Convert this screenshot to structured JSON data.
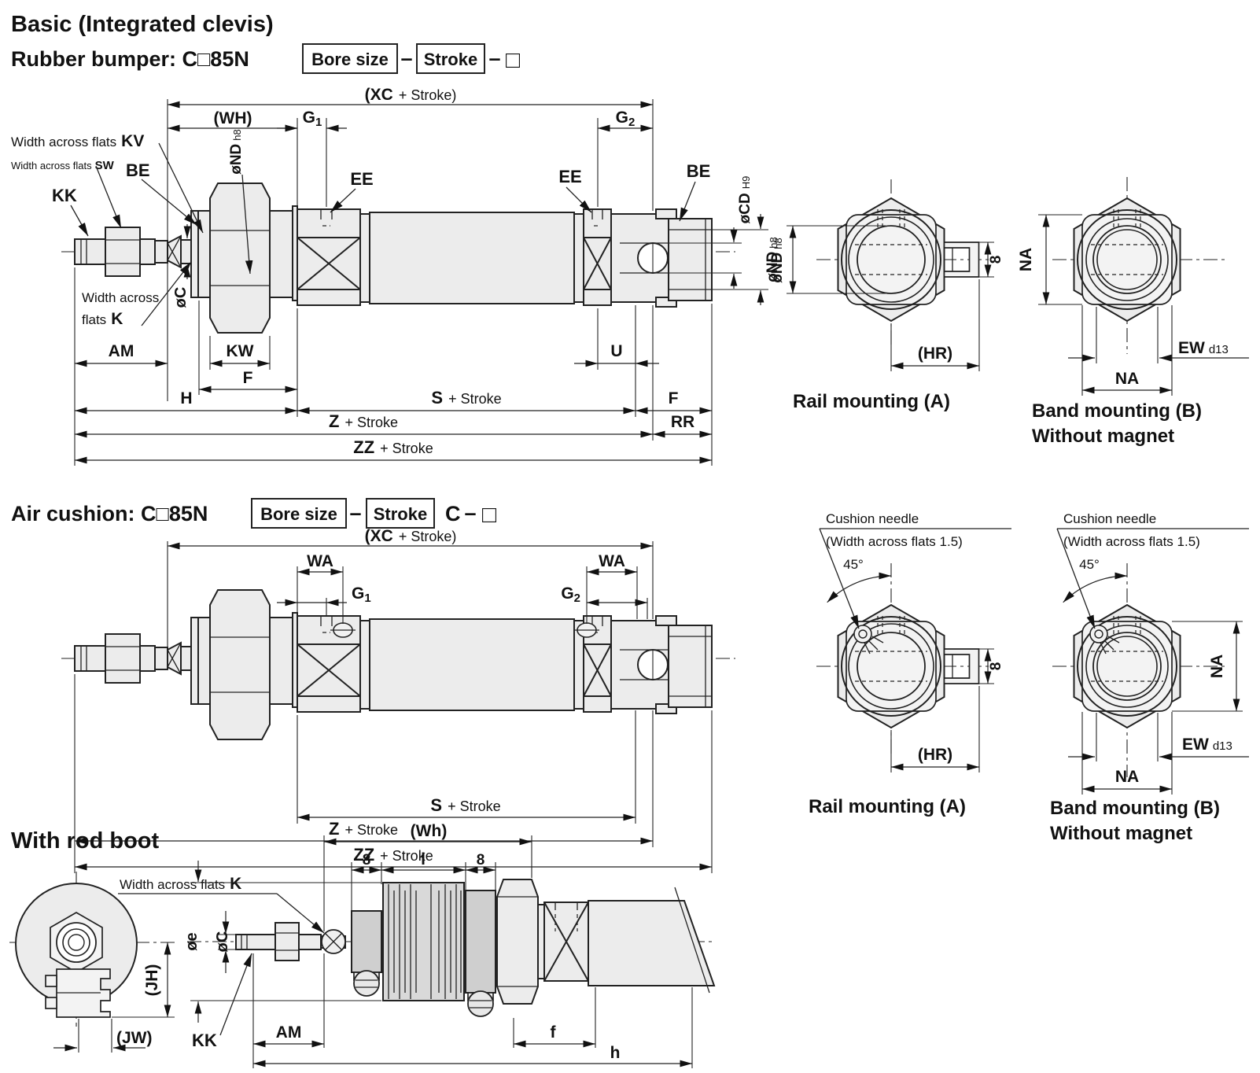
{
  "colors": {
    "ink": "#1a1a1a",
    "paper": "#ffffff",
    "part_fill": "#ececec",
    "boot_fill": "#d9d9d9"
  },
  "headers": {
    "basic_title": "Basic (Integrated clevis)",
    "rubber_label": "Rubber bumper: C□85N",
    "air_label": "Air cushion: C□85N",
    "rodboot_title": "With rod boot",
    "bore_size_box": "Bore size",
    "stroke_box": "Stroke",
    "dash": "–",
    "empty_box": "□",
    "air_c": "C"
  },
  "captions": {
    "rail_mounting": "Rail mounting (A)",
    "band_mounting": "Band mounting (B)",
    "without_magnet": "Without magnet"
  },
  "dims": {
    "xc_bold": "(XC",
    "plus_close": "+ Stroke)",
    "plus_stroke": "+ Stroke",
    "wh": "(WH)",
    "g": "G",
    "sub1": "1",
    "sub2": "2",
    "wa": "WA",
    "ee": "EE",
    "be": "BE",
    "kk": "KK",
    "am": "AM",
    "kw": "KW",
    "u": "U",
    "f": "F",
    "h": "H",
    "rr": "RR",
    "s": "S",
    "z": "Z",
    "zz": "ZZ",
    "width_across_flats": "Width across flats",
    "kv": "KV",
    "sw": "SW",
    "k": "K",
    "width_across": "Width across",
    "flats": "flats",
    "oc": "øC",
    "ond": "øND",
    "h8": "h8",
    "ocd": "øCD",
    "h9": "H9",
    "na": "NA",
    "ew": "EW",
    "d13": "d13",
    "hr": "(HR)",
    "eight": "8",
    "deg45": "45°",
    "cushion_needle": "Cushion needle",
    "cushion_flats": "(Width across flats 1.5)",
    "wh_boot": "(Wh)",
    "ell": "l",
    "f_small": "f",
    "h_small": "h",
    "oe": "øe",
    "jh": "(JH)",
    "jw": "(JW)"
  }
}
